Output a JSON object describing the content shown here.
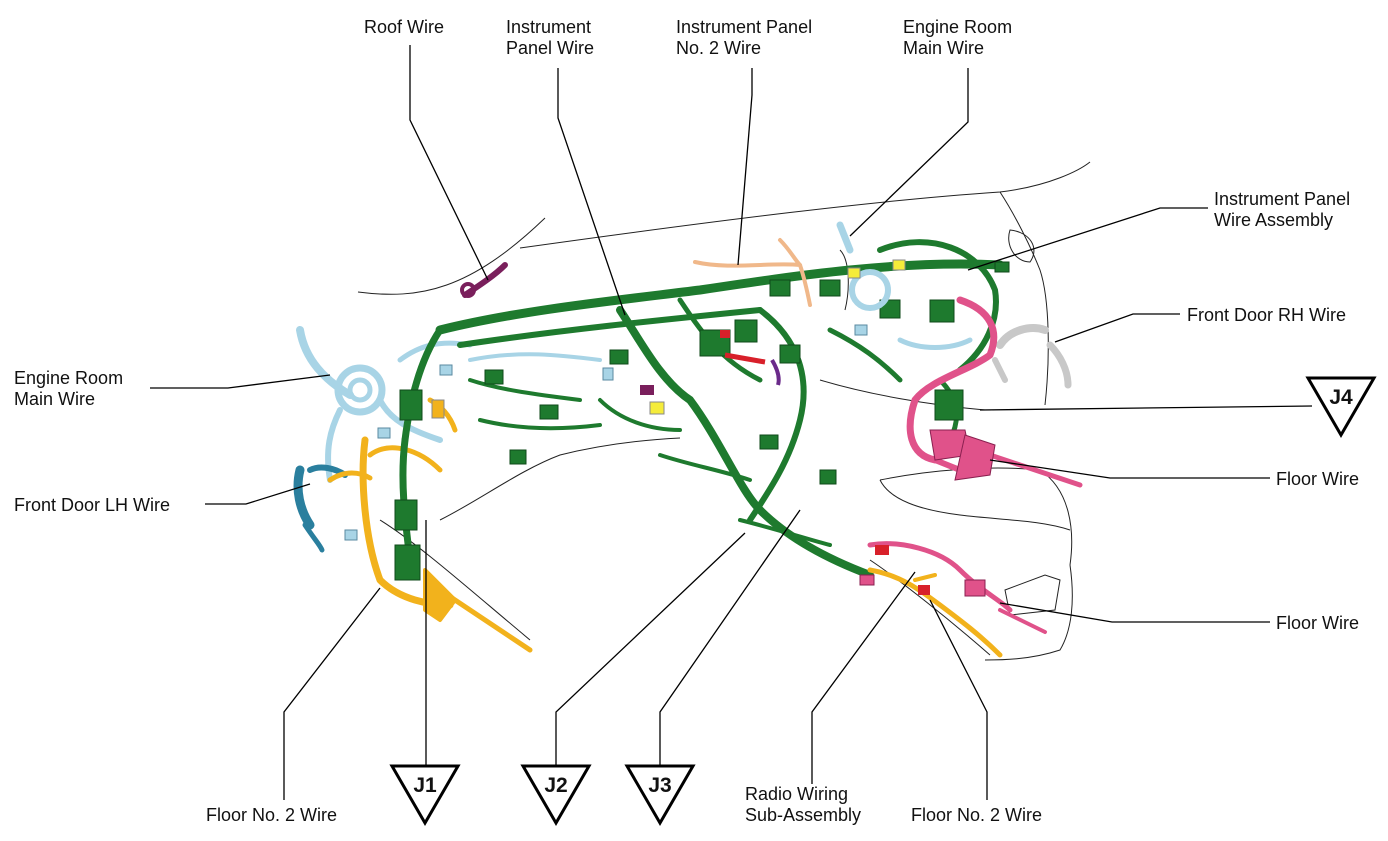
{
  "labels": {
    "roof_wire": "Roof Wire",
    "instrument_panel_wire": [
      "Instrument",
      "Panel Wire"
    ],
    "instrument_panel_no2_wire": [
      "Instrument Panel",
      "No. 2 Wire"
    ],
    "engine_room_main_wire_top": [
      "Engine Room",
      "Main Wire"
    ],
    "instrument_panel_wire_assembly": [
      "Instrument Panel",
      "Wire Assembly"
    ],
    "front_door_rh_wire": "Front Door RH Wire",
    "engine_room_main_wire_left": [
      "Engine Room",
      "Main Wire"
    ],
    "front_door_lh_wire": "Front Door LH Wire",
    "floor_wire_upper": "Floor Wire",
    "floor_wire_lower": "Floor Wire",
    "floor_no2_wire_left": "Floor No. 2 Wire",
    "radio_wiring_sub_assembly": [
      "Radio Wiring",
      "Sub-Assembly"
    ],
    "floor_no2_wire_right": "Floor No. 2 Wire"
  },
  "junctions": {
    "j1": "J1",
    "j2": "J2",
    "j3": "J3",
    "j4": "J4"
  },
  "colors": {
    "instrument_panel_wire": "#1e7a2e",
    "engine_room_main_wire": "#a8d4e6",
    "front_door_lh_wire": "#2a7f9e",
    "floor_wire": "#e0528a",
    "floor_no2_wire": "#f2b21c",
    "roof_wire": "#7a1f5c",
    "instrument_panel_no2_wire": "#f0b88a",
    "front_door_rh_wire": "#c8c8c8",
    "connector_yellow": "#f5ec3a",
    "connector_red": "#d8202a",
    "connector_purple": "#6a2a8a"
  }
}
